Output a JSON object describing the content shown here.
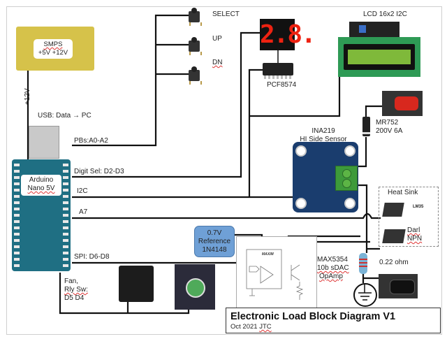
{
  "title": {
    "main": "Electronic Load Block Diagram V1",
    "sub_date": "Oct 2021",
    "sub_author": "JTC"
  },
  "components": {
    "smps": {
      "line1": "SMPS",
      "line2": "+5V +12V"
    },
    "arduino": {
      "line1": "Arduino",
      "line2": "Nano 5V"
    },
    "buttons": [
      {
        "label": "SELECT"
      },
      {
        "label": "UP"
      },
      {
        "label": "DN"
      }
    ],
    "seven_segment": {
      "display": "2.8."
    },
    "pcf": {
      "label": "PCF8574"
    },
    "lcd": {
      "label": "LCD 16x2 I2C"
    },
    "diode": {
      "line1": "MR752",
      "line2": "200V 6A"
    },
    "ina": {
      "line1": "INA219",
      "line2": "HI Side Sensor"
    },
    "heatsink": {
      "label": "Heat Sink",
      "sensor": "LM35"
    },
    "transistor": {
      "line1": "Darl",
      "line2": "NPN"
    },
    "shunt": {
      "label": "0.22 ohm"
    },
    "reference": {
      "line1": "0.7V",
      "line2": "Reference",
      "line3": "1N4148"
    },
    "dac": {
      "line1": "MAX5354",
      "line2": "10b sDAC",
      "line3": "OpAmp",
      "chip_brand": "MAXIM"
    }
  },
  "wire_labels": {
    "power": "+12V",
    "usb": "USB: Data → PC",
    "pbs": "PBs:A0-A2",
    "digit": "Digit Sel: D2-D3",
    "i2c": "I2C",
    "a7": "A7",
    "spi": "SPI: D6-D8",
    "fan_line1": "Fan,",
    "fan_line2": "Rly Sw:",
    "fan_line3": "D5 D4"
  }
}
